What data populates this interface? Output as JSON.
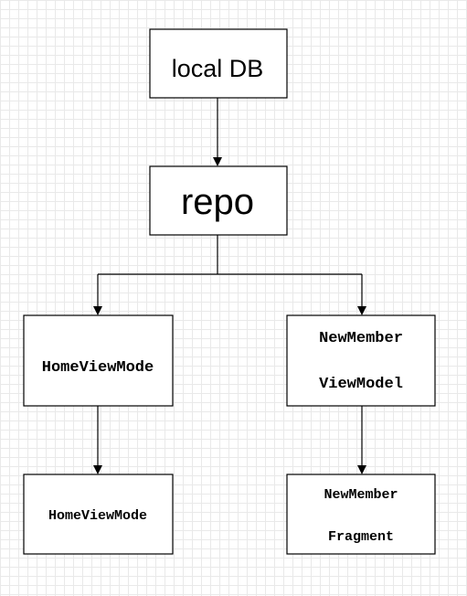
{
  "nodes": {
    "local_db": {
      "label": "local DB"
    },
    "repo": {
      "label": "repo"
    },
    "home_view_model": {
      "label": "HomeViewMode"
    },
    "new_member_view_model": {
      "line1": "NewMember",
      "line2": "ViewModel"
    },
    "home_view_mode_bottom": {
      "label": "HomeViewMode"
    },
    "new_member_fragment": {
      "line1": "NewMember",
      "line2": "Fragment"
    }
  }
}
